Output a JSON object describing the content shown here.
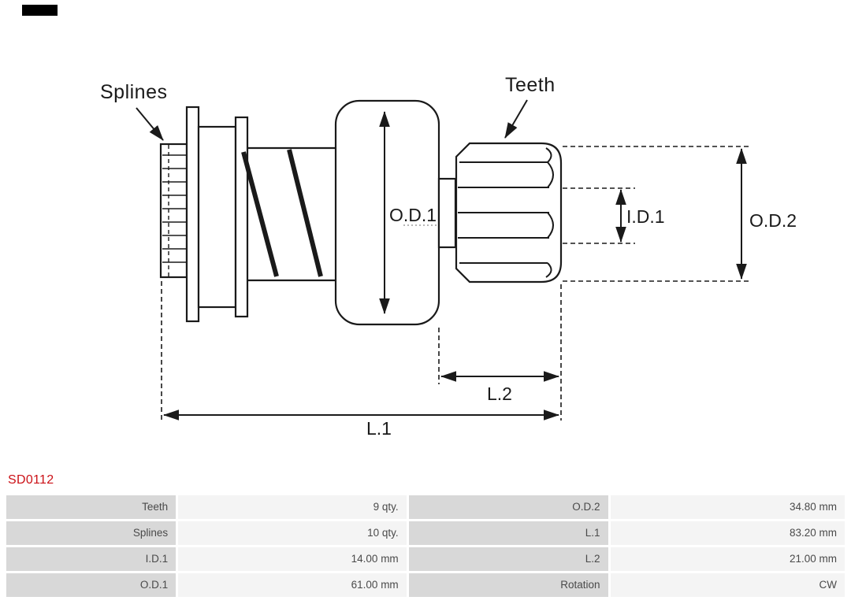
{
  "part_code": "SD0112",
  "colors": {
    "part_code_red": "#cb1016",
    "drawing_stroke": "#1a1a1a",
    "table_label_bg": "#d8d8d8",
    "table_value_bg": "#f4f4f4",
    "logo_black": "#000000"
  },
  "diagram": {
    "labels": {
      "splines": "Splines",
      "teeth": "Teeth",
      "od1": "O.D.1",
      "id1": "I.D.1",
      "od2": "O.D.2",
      "l2": "L.2",
      "l1": "L.1"
    }
  },
  "specs": {
    "rows": [
      {
        "label1": "Teeth",
        "value1": "9 qty.",
        "label2": "O.D.2",
        "value2": "34.80 mm"
      },
      {
        "label1": "Splines",
        "value1": "10 qty.",
        "label2": "L.1",
        "value2": "83.20 mm"
      },
      {
        "label1": "I.D.1",
        "value1": "14.00 mm",
        "label2": "L.2",
        "value2": "21.00 mm"
      },
      {
        "label1": "O.D.1",
        "value1": "61.00 mm",
        "label2": "Rotation",
        "value2": "CW"
      }
    ]
  }
}
